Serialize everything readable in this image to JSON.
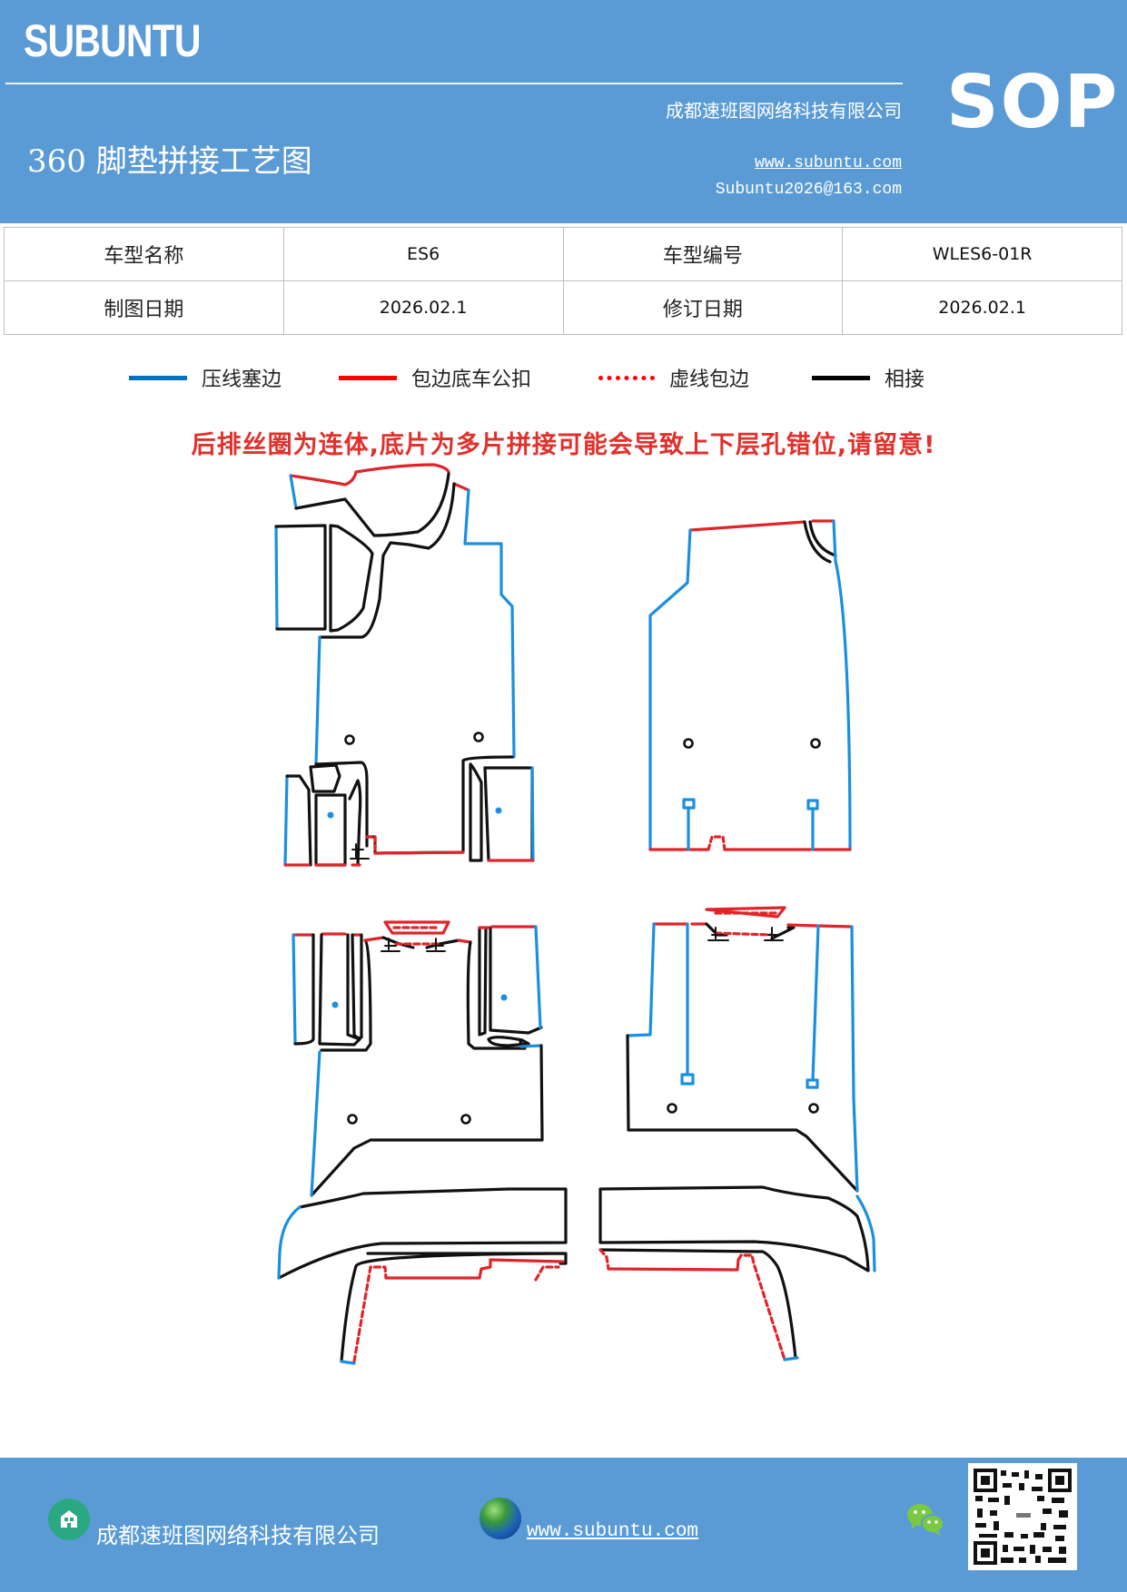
{
  "header": {
    "brand": "SUBUNTU",
    "doc_type": "SOP",
    "title": "360 脚垫拼接工艺图",
    "company": "成都速班图网络科技有限公司",
    "website": "www.subuntu.com",
    "email": "Subuntu2026@163.com",
    "background_color": "#5b9bd5"
  },
  "info_table": {
    "rows": [
      {
        "label1": "车型名称",
        "value1": "ES6",
        "label2": "车型编号",
        "value2": "WLES6-01R"
      },
      {
        "label1": "制图日期",
        "value1": "2026.02.1",
        "label2": "修订日期",
        "value2": "2026.02.1"
      }
    ]
  },
  "legend": {
    "items": [
      {
        "label": "压线塞边",
        "color": "#0070c0",
        "style": "solid"
      },
      {
        "label": "包边底车公扣",
        "color": "#ff0000",
        "style": "solid"
      },
      {
        "label": "虚线包边",
        "color": "#ff0000",
        "style": "dotted"
      },
      {
        "label": "相接",
        "color": "#000000",
        "style": "solid"
      }
    ]
  },
  "warning": "后排丝圈为连体,底片为多片拼接可能会导致上下层孔错位,请留意!",
  "diagram": {
    "line_colors": {
      "press_edge": "#1a8fe0",
      "wrap_edge": "#e0242a",
      "joint": "#111111"
    },
    "pieces": [
      "driver-mat",
      "passenger-mat",
      "rear-left-mat",
      "rear-right-mat",
      "rear-left-tunnel",
      "rear-right-tunnel"
    ]
  },
  "footer": {
    "company": "成都速班图网络科技有限公司",
    "website": "www.subuntu.com",
    "icons": [
      "house-icon",
      "globe-icon",
      "wechat-icon",
      "qr-code"
    ]
  }
}
